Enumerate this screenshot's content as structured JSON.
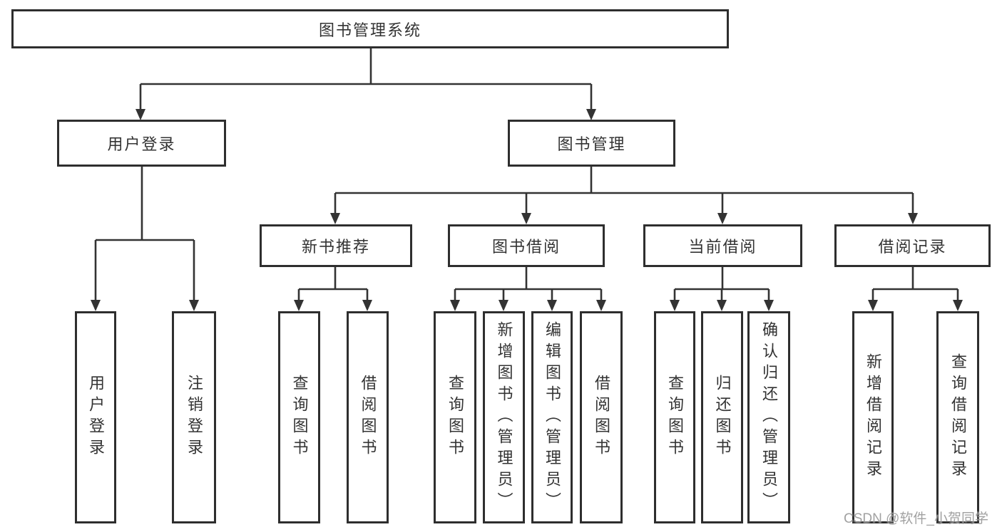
{
  "colors": {
    "line": "#333333",
    "border": "#2e2e2e",
    "text": "#333333",
    "background": "#ffffff",
    "watermark": "#979797"
  },
  "diagram": {
    "root": {
      "label": "图书管理系统"
    },
    "branches": [
      {
        "label": "用户登录",
        "children": [
          "用户登录",
          "注销登录"
        ]
      },
      {
        "label": "图书管理",
        "children": [
          {
            "label": "新书推荐",
            "children": [
              "查询图书",
              "借阅图书"
            ]
          },
          {
            "label": "图书借阅",
            "children": [
              "查询图书",
              "新增图书（管理员）",
              "编辑图书（管理员）",
              "借阅图书"
            ]
          },
          {
            "label": "当前借阅",
            "children": [
              "查询图书",
              "归还图书",
              "确认归还（管理员）"
            ]
          },
          {
            "label": "借阅记录",
            "children": [
              "新增借阅记录",
              "查询借阅记录"
            ]
          }
        ]
      }
    ]
  },
  "watermark": {
    "text": "CSDN @软件_小贺同学"
  }
}
